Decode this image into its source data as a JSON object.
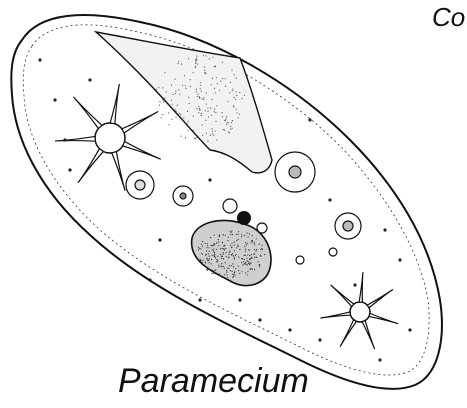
{
  "diagram": {
    "caption": "Paramecium",
    "corner_label": "Co",
    "colors": {
      "ink": "#111111",
      "background": "#ffffff"
    },
    "parts": [
      "cell-body",
      "cilia",
      "oral-groove",
      "contractile-vacuole",
      "food-vacuole",
      "macronucleus",
      "micronucleus"
    ]
  }
}
